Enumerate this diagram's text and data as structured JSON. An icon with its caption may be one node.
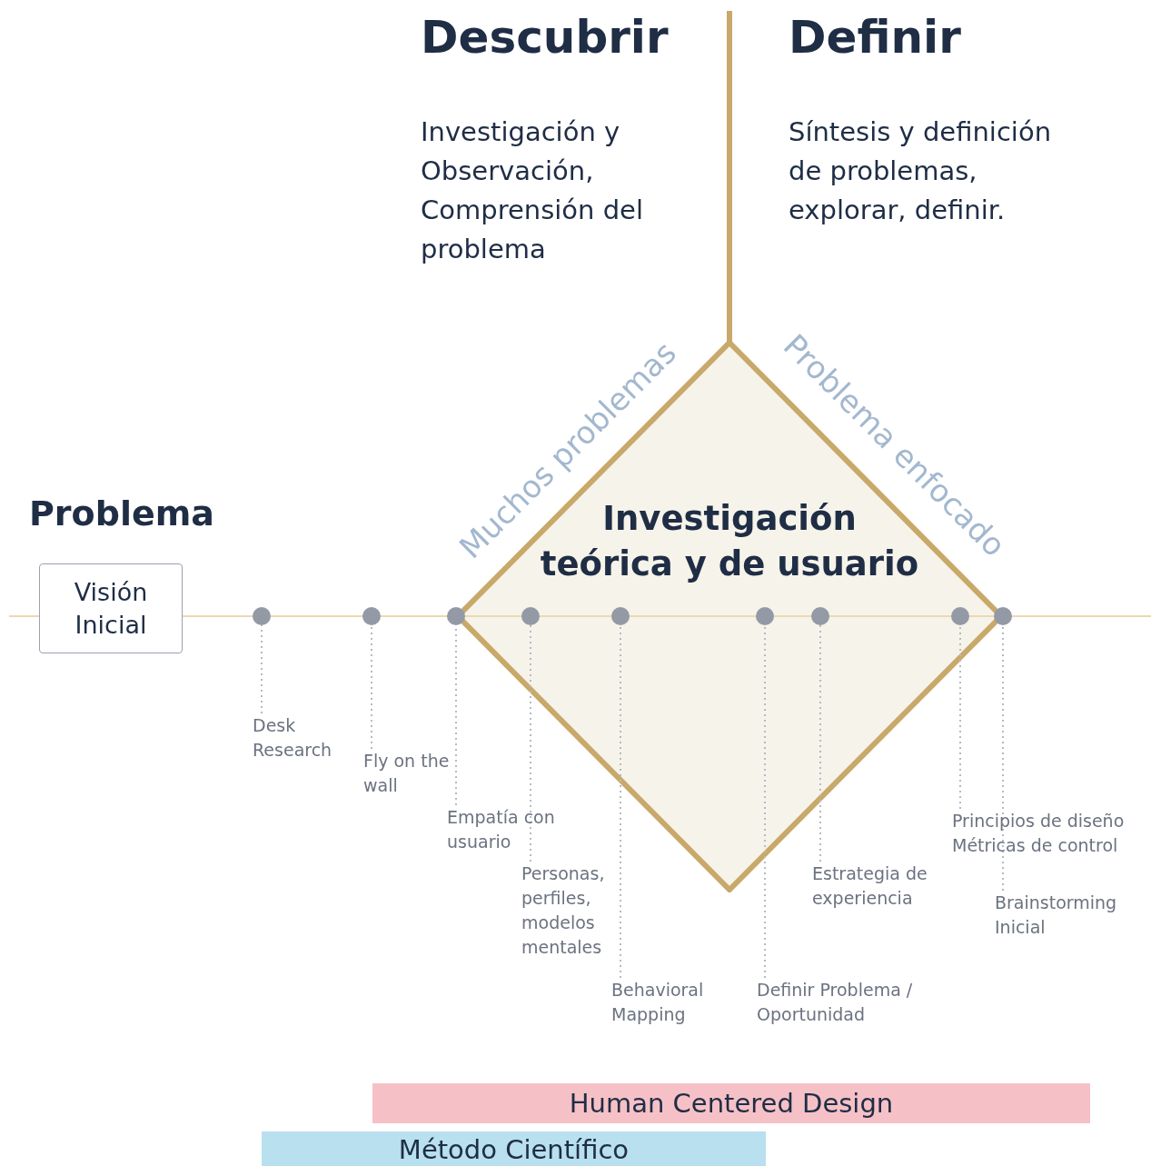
{
  "diagram": {
    "nodes": [
      {
        "text": [
          "Visión Inicial"
        ]
      },
      {
        "text": [
          "Investigación teórica y de usuario"
        ]
      },
      {
        "text": [],
        "shape": "circle"
      },
      {
        "text": [],
        "shape": "circle"
      },
      {
        "text": [],
        "shape": "circle"
      },
      {
        "text": [],
        "shape": "circle",
        "in": 1
      },
      {
        "text": [],
        "shape": "circle",
        "in": 1
      },
      {
        "text": [],
        "shape": "circle",
        "in": 1
      },
      {
        "text": [],
        "shape": "circle",
        "in": 1
      },
      {
        "text": [],
        "shape": "circle",
        "in": 1
      },
      {
        "text": [],
        "shape": "circle"
      },
      {
        "text": [
          "Desk Research"
        ]
      },
      {
        "text": [
          "Fly on the wall"
        ]
      },
      {
        "text": [
          "Empatía con usuario"
        ]
      },
      {
        "text": [
          "Personas, perfiles, modelos mentales"
        ]
      },
      {
        "text": [
          "Behavioral Mapping"
        ]
      },
      {
        "text": [
          "Definir Problema / Oportunidad"
        ]
      },
      {
        "text": [
          "Estrategia de experiencia"
        ]
      },
      {
        "text": [
          "Principios de diseño Métricas de control"
        ]
      },
      {
        "text": [
          "Brainstorming Inicial"
        ]
      },
      {
        "text": [
          "Human Centered Design"
        ]
      },
      {
        "text": [
          "Método Científico"
        ]
      }
    ],
    "edges": [
      {
        "from": 11,
        "to": 2,
        "arrow": "none",
        "style": "dashed"
      },
      {
        "from": 12,
        "to": 3,
        "arrow": "none",
        "style": "dashed"
      },
      {
        "from": 13,
        "to": 4,
        "arrow": "none",
        "style": "dashed"
      },
      {
        "from": 14,
        "to": 5,
        "arrow": "none",
        "style": "dashed"
      },
      {
        "from": 15,
        "to": 6,
        "arrow": "none",
        "style": "dashed"
      },
      {
        "from": 16,
        "to": 7,
        "arrow": "none",
        "style": "dashed"
      },
      {
        "from": 17,
        "to": 8,
        "arrow": "none",
        "style": "dashed"
      },
      {
        "from": 18,
        "to": 9,
        "arrow": "none",
        "style": "dashed"
      },
      {
        "from": 19,
        "to": 10,
        "arrow": "none",
        "style": "dashed"
      }
    ],
    "labels": [
      "Descubrir",
      "Investigación y Observación, Comprensión del problema",
      "Definir",
      "Síntesis y definición de problemas, explorar, definir.",
      "Problema",
      "Muchos problemas",
      "Problema enfocado"
    ]
  }
}
